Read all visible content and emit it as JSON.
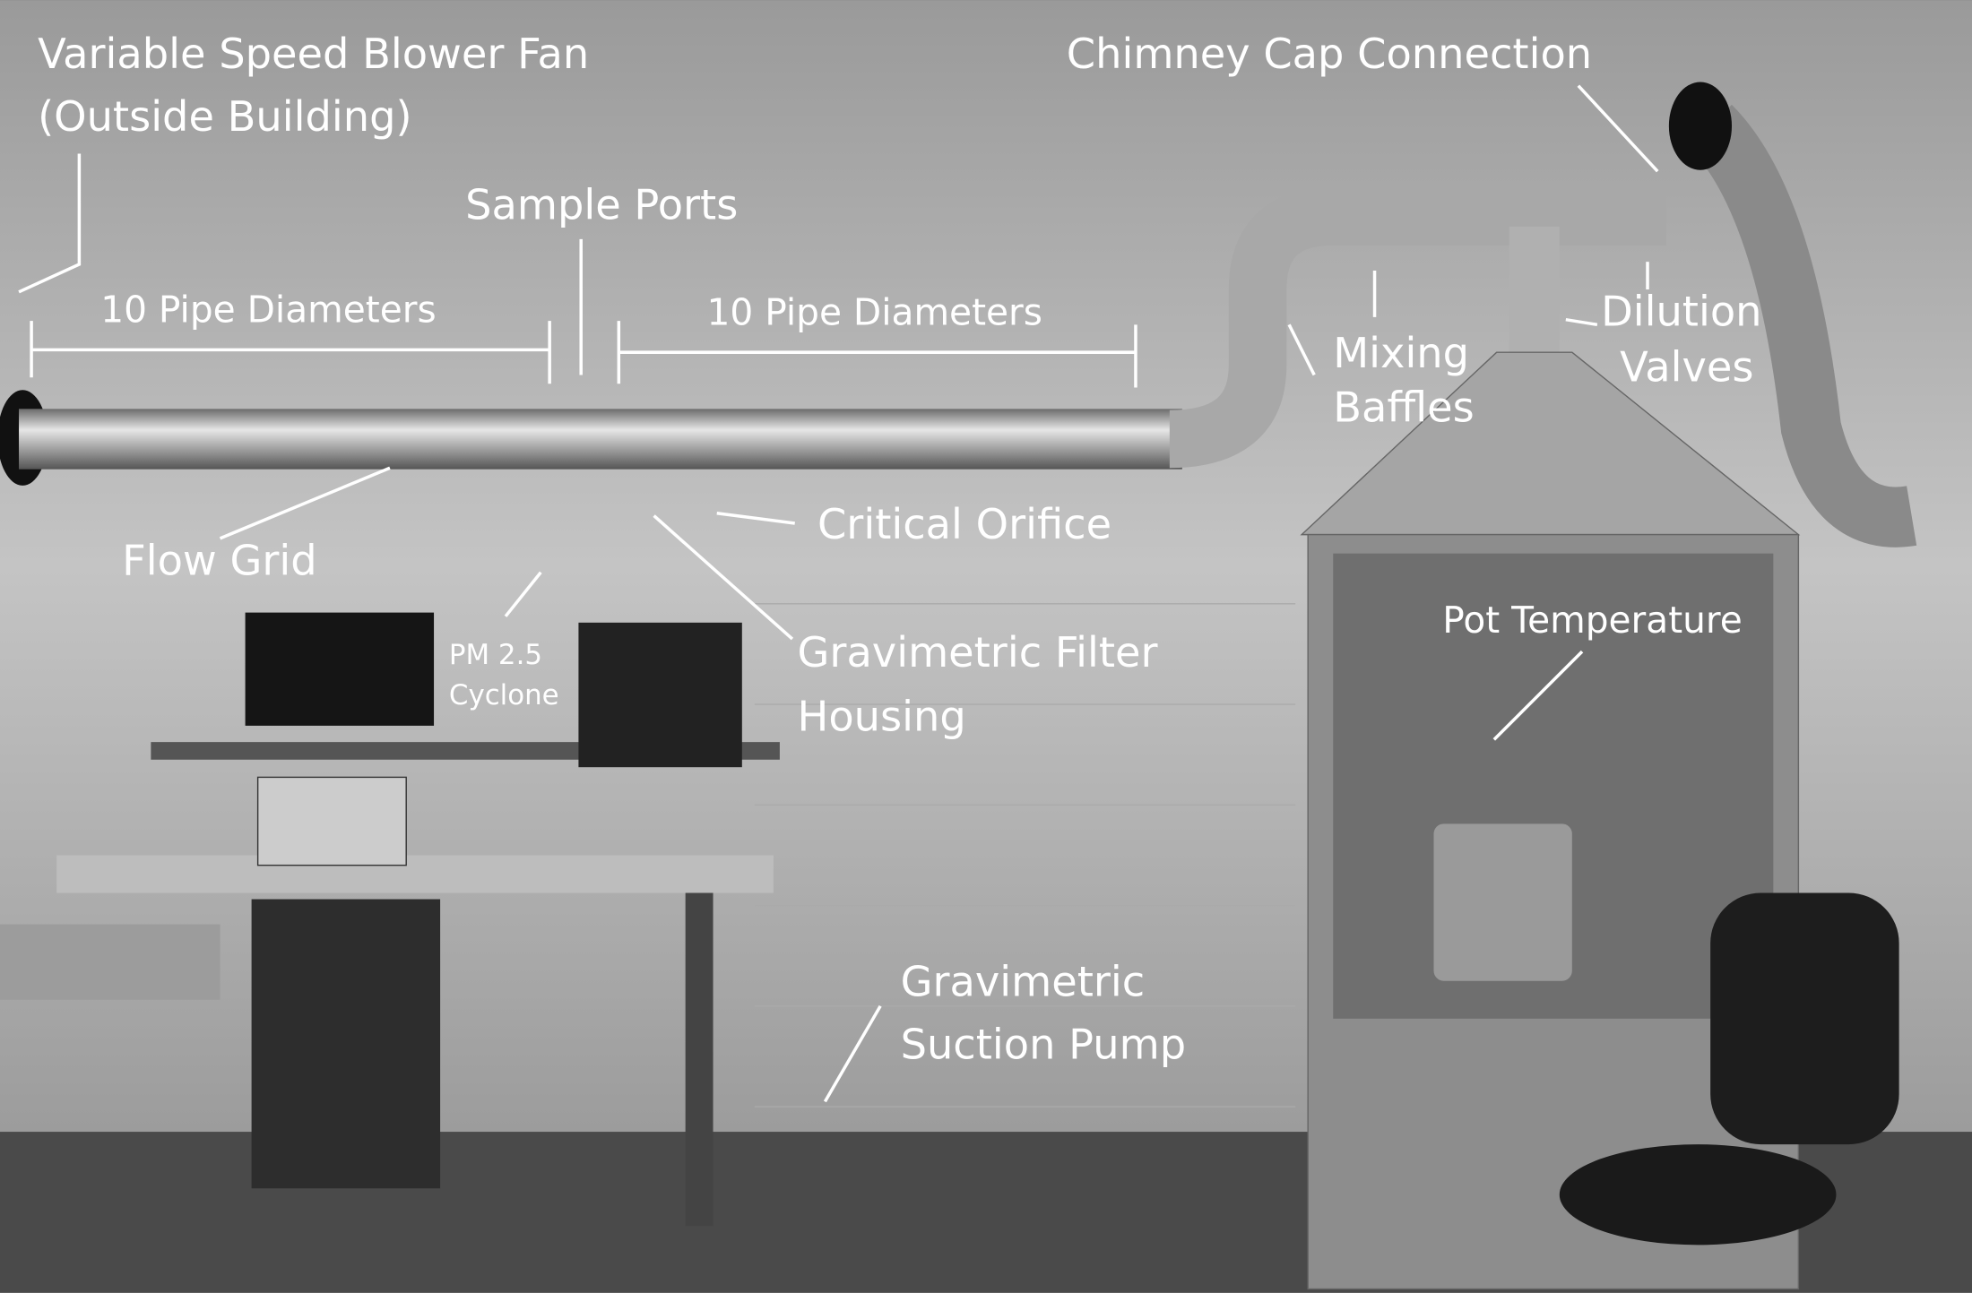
{
  "labels": {
    "blower_fan_line1": "Variable Speed Blower Fan",
    "blower_fan_line2": "(Outside Building)",
    "chimney_cap": "Chimney Cap Connection",
    "sample_ports": "Sample Ports",
    "pipe_diameters_left": "10 Pipe Diameters",
    "pipe_diameters_right": "10 Pipe Diameters",
    "mixing_baffles_line1": "Mixing",
    "mixing_baffles_line2": "Baffles",
    "dilution_valves_line1": "Dilution",
    "dilution_valves_line2": "Valves",
    "flow_grid": "Flow Grid",
    "critical_orifice": "Critical Orifice",
    "cyclone_line1": "PM 2.5",
    "cyclone_line2": "Cyclone",
    "filter_housing_line1": "Gravimetric Filter",
    "filter_housing_line2": "Housing",
    "pot_temperature": "Pot Temperature",
    "suction_pump_line1": "Gravimetric",
    "suction_pump_line2": "Suction Pump"
  }
}
